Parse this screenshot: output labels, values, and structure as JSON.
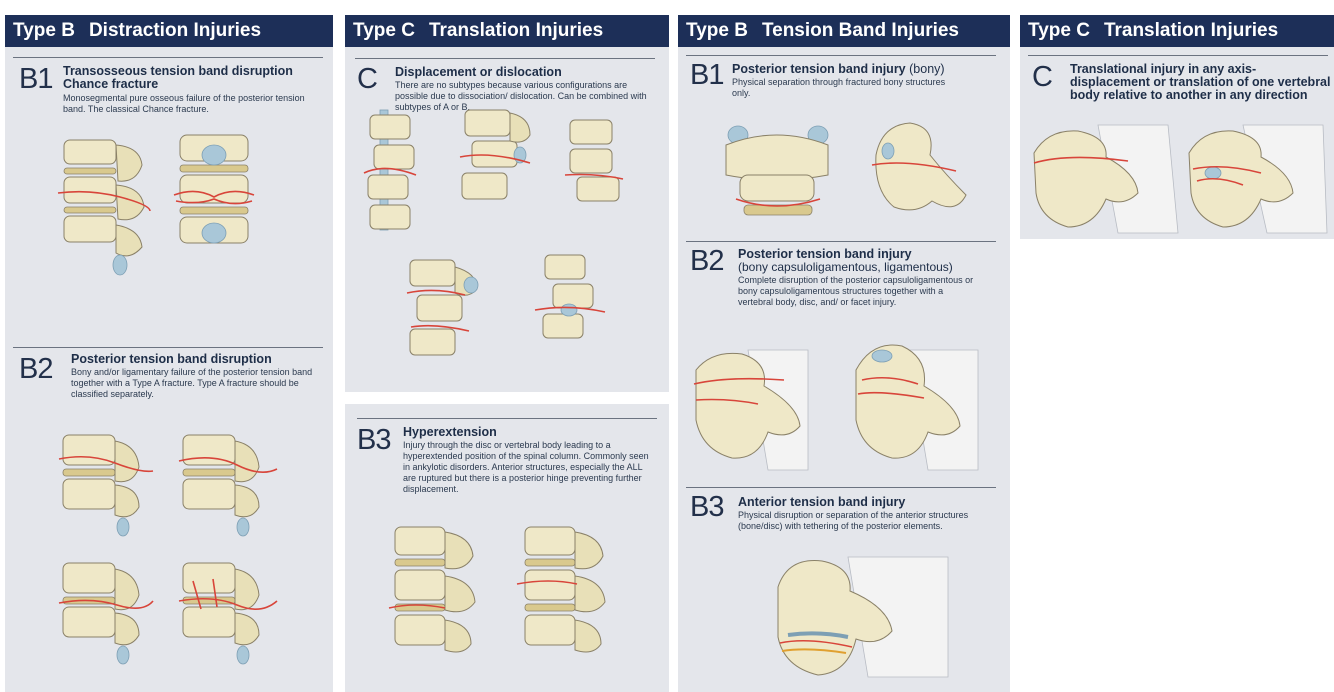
{
  "panel1": {
    "header": {
      "type": "Type B",
      "title": "Distraction Injuries"
    },
    "b1": {
      "code": "B1",
      "title": "Transosseous tension band disruption",
      "title2": "Chance fracture",
      "desc": "Monosegmental pure osseous failure of the posterior tension band. The classical Chance fracture."
    },
    "b2": {
      "code": "B2",
      "title": "Posterior tension band disruption",
      "desc": "Bony and/or ligamentary failure of the posterior tension band together with a Type A fracture. Type A fracture should be classified separately."
    }
  },
  "panel2": {
    "header": {
      "type": "Type C",
      "title": "Translation Injuries"
    },
    "c": {
      "code": "C",
      "title": "Displacement or dislocation",
      "desc": "There are no subtypes because various configurations are possible due to dissociation/ dislocation. Can be combined with subtypes of A or B."
    }
  },
  "panel3": {
    "b3": {
      "code": "B3",
      "title": "Hyperextension",
      "desc": "Injury through the disc or vertebral body leading to a hyperextended position of the spinal column. Commonly seen in ankylotic disorders. Anterior structures, especially the ALL are ruptured but there is a posterior hinge preventing further displacement."
    }
  },
  "panel4": {
    "header": {
      "type": "Type B",
      "title": "Tension Band Injuries"
    },
    "b1": {
      "code": "B1",
      "title": "Posterior tension band injury",
      "title_suffix": "(bony)",
      "desc": "Physical separation through fractured bony structures only."
    },
    "b2": {
      "code": "B2",
      "title": "Posterior tension band injury",
      "title2": "(bony capsuloligamentous, ligamentous)",
      "desc": "Complete disruption of the posterior capsuloligamentous or bony capsuloligamentous structures together with a vertebral body, disc, and/ or facet injury."
    },
    "b3": {
      "code": "B3",
      "title": "Anterior tension band injury",
      "desc": "Physical disruption or separation of the anterior structures (bone/disc) with tethering of the posterior elements."
    }
  },
  "panel5": {
    "header": {
      "type": "Type C",
      "title": "Translation Injuries"
    },
    "c": {
      "code": "C",
      "title": "Translational injury in any axis-displacement or translation of one vertebral body relative to another in any direction"
    }
  }
}
